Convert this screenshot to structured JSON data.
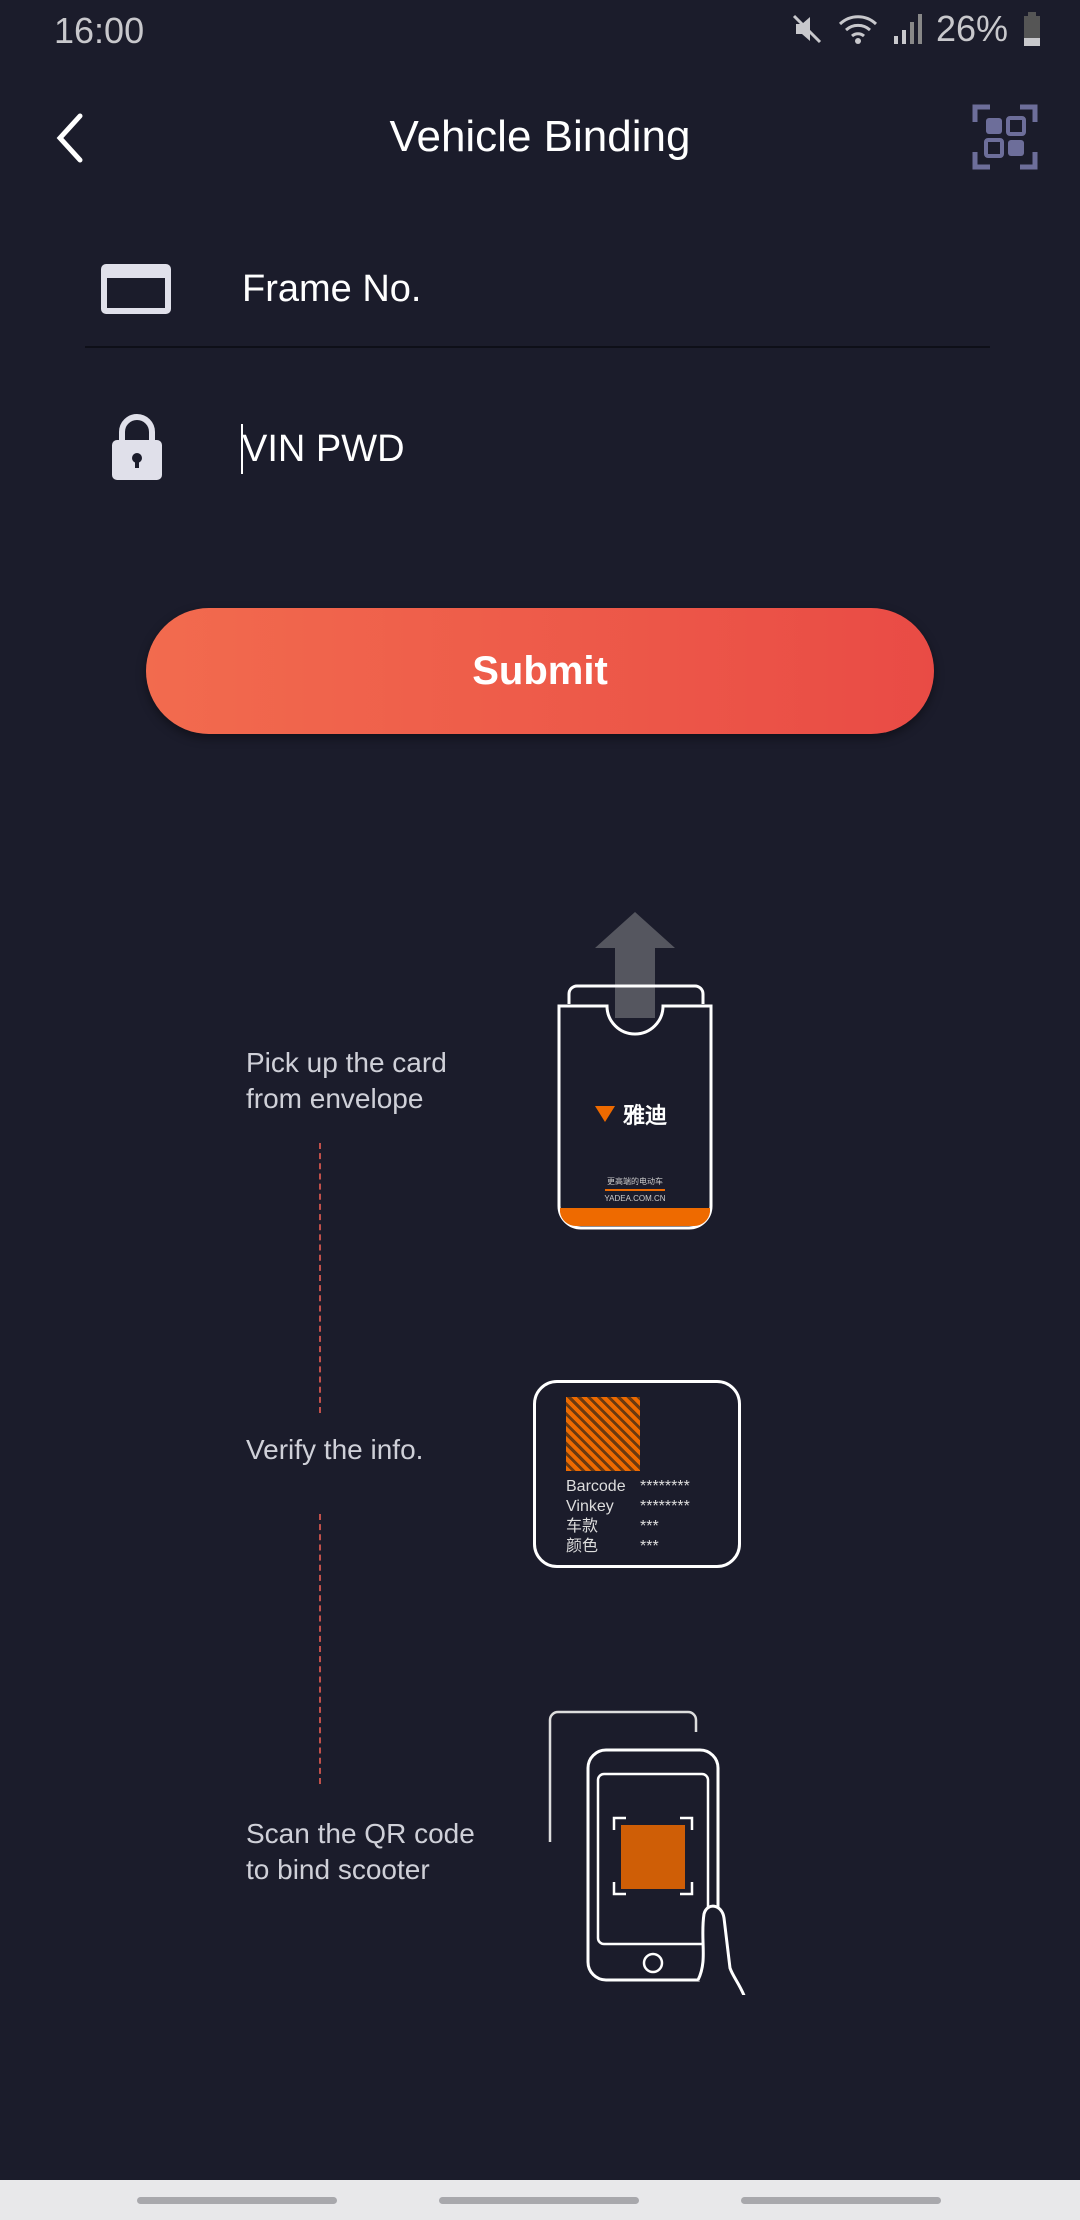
{
  "status_bar": {
    "time": "16:00",
    "battery": "26%",
    "icons": [
      "mute-icon",
      "wifi-icon",
      "signal-icon",
      "battery-icon"
    ]
  },
  "header": {
    "title": "Vehicle Binding",
    "back_icon": "chevron-left-icon",
    "scan_icon": "scan-qr-icon"
  },
  "form": {
    "frame_placeholder": "Frame No.",
    "vin_placeholder": "VIN PWD",
    "submit_label": "Submit"
  },
  "steps": [
    {
      "line1": "Pick up the card",
      "line2": "from envelope"
    },
    {
      "line1": "Verify the info.",
      "line2": ""
    },
    {
      "line1": "Scan the QR code",
      "line2": "to bind scooter"
    }
  ],
  "card": {
    "brand": "雅迪",
    "slogan": "更高端的电动车",
    "website": "YADEA.COM.CN",
    "fields": [
      {
        "k": "Barcode",
        "v": "********"
      },
      {
        "k": "Vinkey",
        "v": "********"
      },
      {
        "k": "车款",
        "v": "***"
      },
      {
        "k": "颜色",
        "v": "***"
      }
    ]
  },
  "colors": {
    "bg": "#1b1c2b",
    "accent": "#f0624c",
    "orange": "#ee6a00"
  }
}
